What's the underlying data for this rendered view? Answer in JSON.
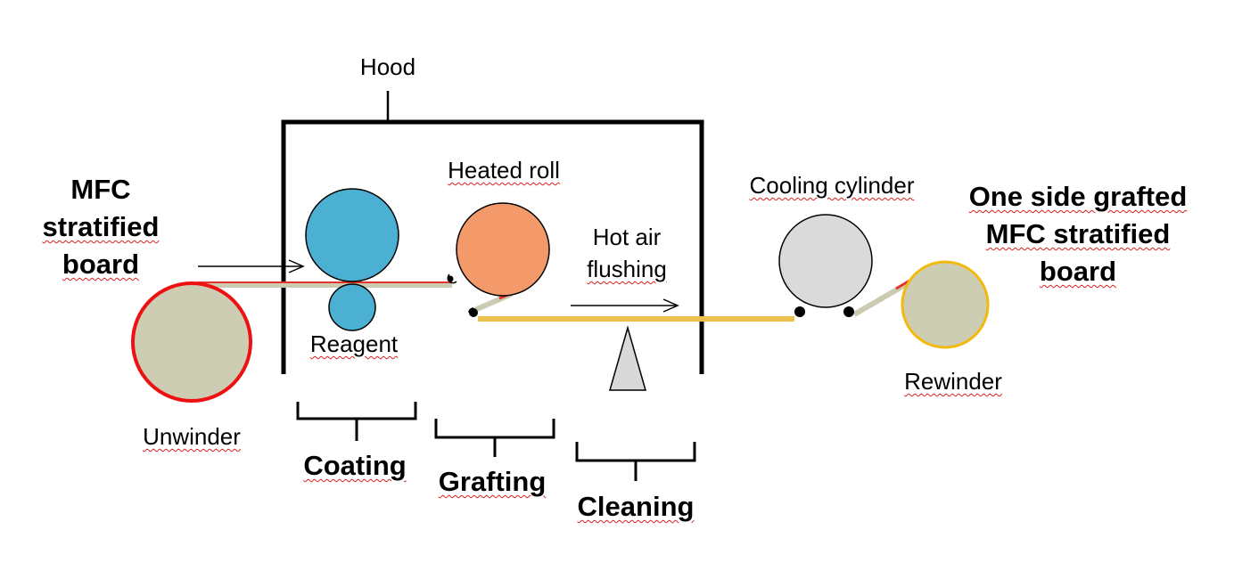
{
  "labels": {
    "hood": "Hood",
    "heated_roll": "Heated roll",
    "hot_air_line1": "Hot air",
    "hot_air_line2": "flushing",
    "cooling_cylinder": "Cooling cylinder",
    "reagent": "Reagent",
    "unwinder": "Unwinder",
    "rewinder": "Rewinder",
    "input_line1": "MFC",
    "input_line2": "stratified",
    "input_line3": "board",
    "output_line1": "One side grafted",
    "output_line2": "MFC stratified",
    "output_line3": "board"
  },
  "stages": {
    "coating": "Coating",
    "grafting": "Grafting",
    "cleaning": "Cleaning"
  },
  "colors": {
    "coating_roll": "#4bb0d2",
    "heated_roll": "#f4996a",
    "cooling_roll": "#dadada",
    "board_roll": "#cdcdb3",
    "unwinder_rim": "#ee1111",
    "rewinder_rim": "#f2b90f",
    "grafted_web": "#ecc04e",
    "raw_web": "#cbcbb1"
  }
}
